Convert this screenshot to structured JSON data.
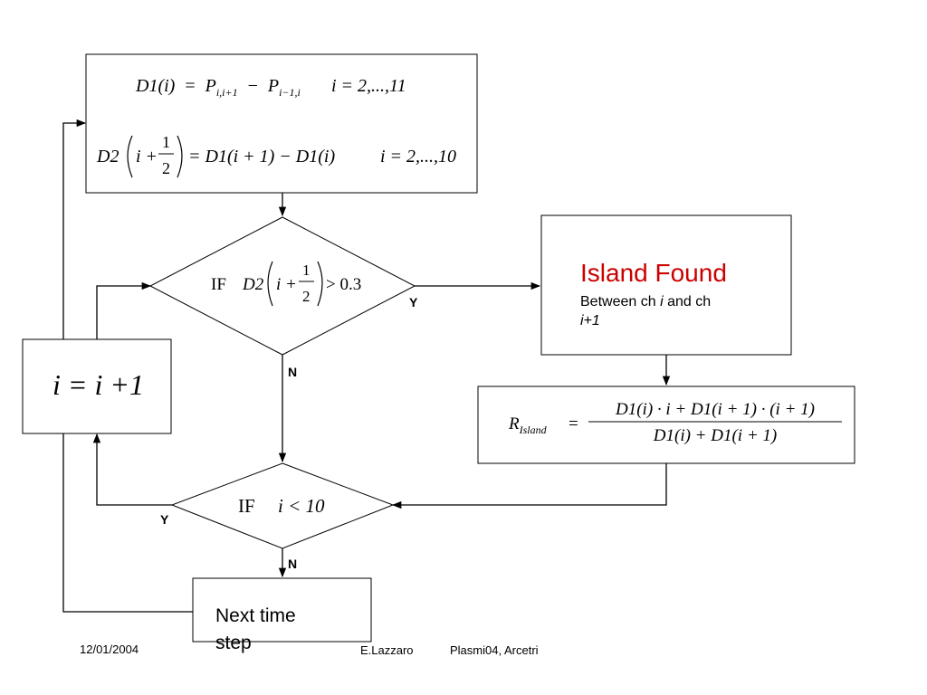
{
  "formulas": {
    "d1": {
      "lhs": "D1(i)",
      "eq": "=",
      "p1": "P",
      "p1_sub": "i,i+1",
      "minus": "−",
      "p2": "P",
      "p2_sub": "i−1,i",
      "range": "i = 2,...,11"
    },
    "d2": {
      "lhs_name": "D2",
      "lhs_arg": "i +",
      "frac_num": "1",
      "frac_den": "2",
      "rhs": "= D1(i + 1) − D1(i)",
      "range": "i = 2,...,10"
    }
  },
  "decision1": {
    "if": "IF",
    "name": "D2",
    "arg": "i +",
    "frac_num": "1",
    "frac_den": "2",
    "cond": "> 0.3"
  },
  "decision2": {
    "if": "IF",
    "cond": "i < 10"
  },
  "increment": {
    "text": "i = i +1"
  },
  "island": {
    "title": "Island Found",
    "title_color": "#cc0000",
    "line1_a": "Between ch ",
    "line1_i": "i",
    "line1_b": " and ch",
    "line2": "i+1"
  },
  "r_formula": {
    "lhs": "R",
    "lhs_sub": "Island",
    "eq": "=",
    "num": "D1(i) · i + D1(i + 1) · (i + 1)",
    "den": "D1(i) + D1(i + 1)"
  },
  "next_step": {
    "line1": "Next time",
    "line2": "step"
  },
  "labels": {
    "y1": "Y",
    "n1": "N",
    "y2": "Y",
    "n2": "N"
  },
  "footer": {
    "date": "12/01/2004",
    "author": "E.Lazzaro",
    "conference": "Plasmi04, Arcetri"
  }
}
